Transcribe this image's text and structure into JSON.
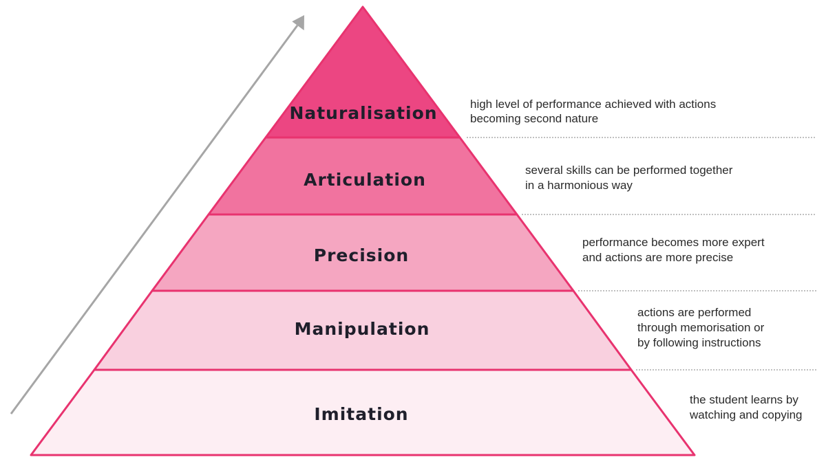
{
  "levels": [
    {
      "name": "Naturalisation",
      "fill": "#ec4682",
      "description": [
        "high level of performance achieved with actions",
        "becoming second nature"
      ]
    },
    {
      "name": "Articulation",
      "fill": "#f1739f",
      "description": [
        "several skills can be performed together",
        "in a harmonious way"
      ]
    },
    {
      "name": "Precision",
      "fill": "#f5a6c1",
      "description": [
        "performance becomes more expert",
        "and actions are more precise"
      ]
    },
    {
      "name": "Manipulation",
      "fill": "#f9d0df",
      "description": [
        "actions are performed",
        "through memorisation or",
        "by following instructions"
      ]
    },
    {
      "name": "Imitation",
      "fill": "#fdeef3",
      "description": [
        "the student learns by",
        "watching and copying"
      ]
    }
  ],
  "colors": {
    "outline": "#e8336f",
    "arrow": "#a6a6a6",
    "divider": "#9a9a9a"
  },
  "icons": {
    "arrow": "up-right-arrow-icon"
  }
}
